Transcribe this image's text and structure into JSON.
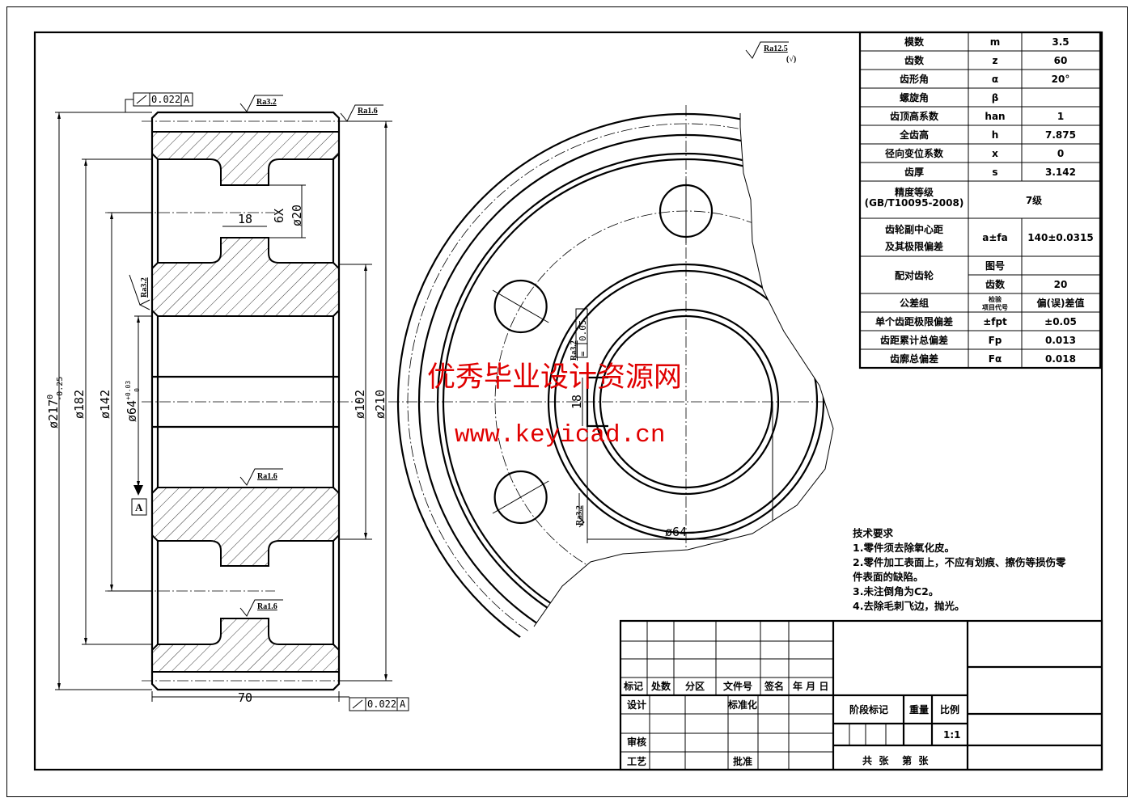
{
  "param_table": {
    "rows": [
      {
        "name": "模数",
        "symbol": "m",
        "value": "3.5"
      },
      {
        "name": "齿数",
        "symbol": "z",
        "value": "60"
      },
      {
        "name": "齿形角",
        "symbol": "α",
        "value": "20°"
      },
      {
        "name": "螺旋角",
        "symbol": "β",
        "value": ""
      },
      {
        "name": "齿顶高系数",
        "symbol": "han",
        "value": "1"
      },
      {
        "name": "全齿高",
        "symbol": "h",
        "value": "7.875"
      },
      {
        "name": "径向变位系数",
        "symbol": "x",
        "value": "0"
      },
      {
        "name": "齿厚",
        "symbol": "s",
        "value": "3.142"
      }
    ],
    "precision_label_1": "精度等级",
    "precision_label_2": "(GB/T10095-2008)",
    "precision_value": "7级",
    "center_label_1": "齿轮副中心距",
    "center_label_2": "及其极限偏差",
    "center_symbol": "a±fa",
    "center_value": "140±0.0315",
    "mating_label": "配对齿轮",
    "mating_drawing_label": "图号",
    "mating_drawing_value": "",
    "mating_teeth_label": "齿数",
    "mating_teeth_value": "20",
    "tol_group_label": "公差组",
    "tol_item_1": "检验",
    "tol_item_2": "项目代号",
    "tol_dev_label": "偏(误)差值",
    "dev_rows": [
      {
        "name": "单个齿距极限偏差",
        "symbol": "±fpt",
        "value": "±0.05"
      },
      {
        "name": "齿距累计总偏差",
        "symbol": "Fp",
        "value": "0.013"
      },
      {
        "name": "齿廓总偏差",
        "symbol": "Fα",
        "value": "0.018"
      }
    ]
  },
  "notes": {
    "title": "技术要求",
    "lines": [
      "1.零件须去除氧化皮。",
      "2.零件加工表面上，不应有划痕、擦伤等损伤零",
      "件表面的缺陷。",
      "3.未注倒角为C2。",
      "4.去除毛刺飞边，抛光。"
    ]
  },
  "title_block": {
    "mark": "标记",
    "count": "处数",
    "zone": "分区",
    "doc_no": "文件号",
    "sign": "签名",
    "date": "年 月 日",
    "design": "设计",
    "standard": "标准化",
    "review": "审核",
    "process": "工艺",
    "approve": "批准",
    "stage": "阶段标记",
    "weight": "重量",
    "scale_label": "比例",
    "scale": "1:1",
    "sheets": "共  张    第  张"
  },
  "dimensions": {
    "d217": "ø217",
    "d217_up": "0",
    "d217_lo": "-0.25",
    "d182": "ø182",
    "d142": "ø142",
    "d64": "ø64",
    "d64_up": "+0.03",
    "d64_lo": "0",
    "d102": "ø102",
    "d210": "ø210",
    "width": "70",
    "web": "18",
    "holes_count": "6X",
    "holes_dia": "ø20",
    "key_width": "18",
    "bore_front": "ø64"
  },
  "roughness": {
    "ra32": "Ra3.2",
    "ra16": "Ra1.6",
    "ra125": "Ra12.5",
    "ra125_note": "(√)"
  },
  "gdt": {
    "runout_value": "0.022",
    "datum": "A",
    "sym_value": "0.05"
  },
  "watermark": {
    "cn": "优秀毕业设计资源网",
    "url": "www.keyicad.cn"
  }
}
